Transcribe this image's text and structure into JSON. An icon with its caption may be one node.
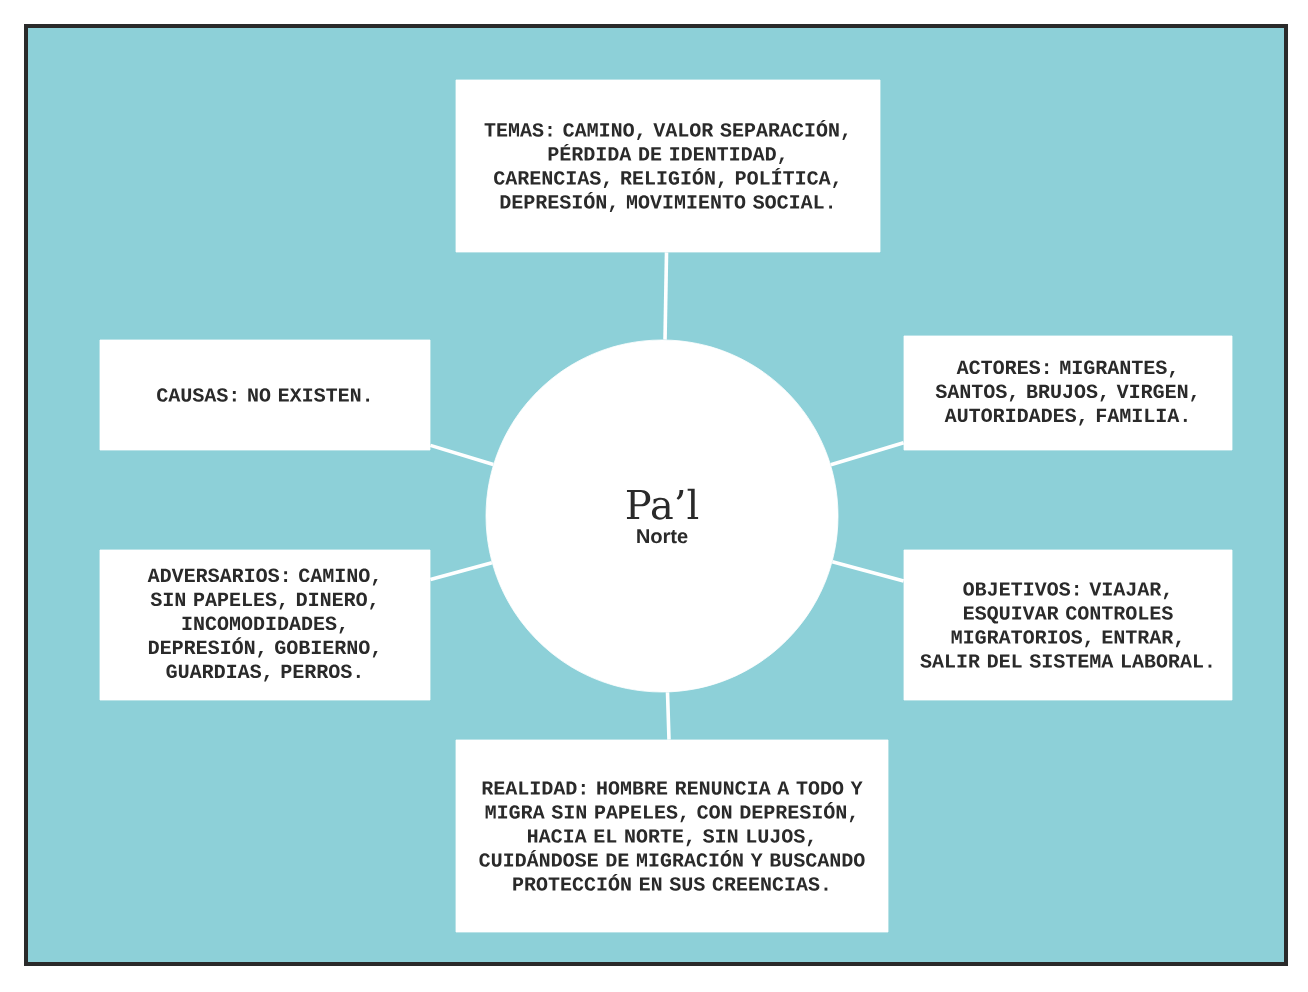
{
  "diagram": {
    "nodes": [
      {
        "text": [
          "TEMAS: CAMINO, VALOR SEPARACIÓN, PÉRDIDA DE IDENTIDAD, CARENCIAS, RELIGIÓN, POLÍTICA, DEPRESIÓN, MOVIMIENTO SOCIAL."
        ]
      },
      {
        "text": [
          "CAUSAS: NO EXISTEN."
        ]
      },
      {
        "text": [
          "Pa’l",
          "Norte"
        ]
      },
      {
        "text": [
          "ACTORES: MIGRANTES, SANTOS, BRUJOS, VIRGEN, AUTORIDADES, FAMILIA."
        ]
      },
      {
        "text": [
          "ADVERSARIOS: CAMINO, SIN PAPELES, DINERO, INCOMODIDADES, DEPRESIÓN, GOBIERNO, GUARDIAS, PERROS."
        ]
      },
      {
        "text": [
          "OBJETIVOS: VIAJAR, ESQUIVAR CONTROLES MIGRATORIOS, ENTRAR, SALIR DEL SISTEMA LABORAL."
        ]
      },
      {
        "text": [
          "REALIDAD: HOMBRE RENUNCIA A TODO Y MIGRA SIN PAPELES, CON DEPRESIÓN, HACIA EL NORTE, SIN LUJOS, CUIDÁNDOSE DE MIGRACIÓN Y BUSCANDO PROTECCIÓN EN SUS CREENCIAS."
        ]
      }
    ],
    "edges": [
      {
        "from": 2,
        "to": 0,
        "arrow": "none"
      },
      {
        "from": 2,
        "to": 1,
        "arrow": "none"
      },
      {
        "from": 2,
        "to": 3,
        "arrow": "none"
      },
      {
        "from": 2,
        "to": 4,
        "arrow": "none"
      },
      {
        "from": 2,
        "to": 5,
        "arrow": "none"
      },
      {
        "from": 2,
        "to": 6,
        "arrow": "none"
      }
    ]
  }
}
